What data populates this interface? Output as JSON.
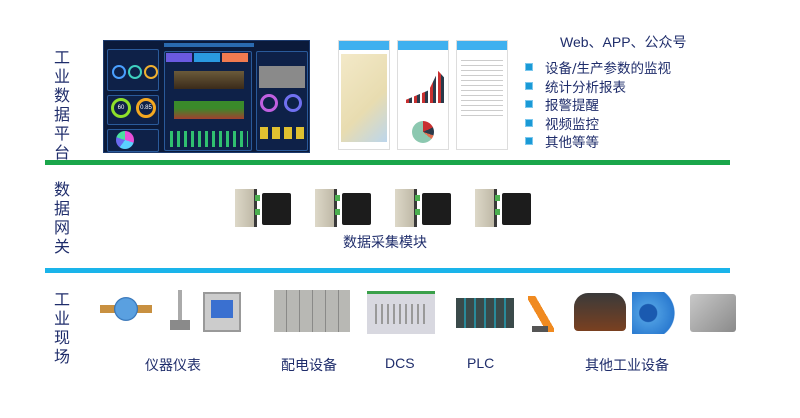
{
  "layers": {
    "platform": "工业数据平台",
    "gateway": "数据网关",
    "field": "工业现场"
  },
  "platform": {
    "channels": "Web、APP、公众号",
    "features": [
      "设备/生产参数的监视",
      "统计分析报表",
      "报警提醒",
      "视频监控",
      "其他等等"
    ],
    "dashboard_gauges": [
      "60",
      "0.85"
    ]
  },
  "gateway": {
    "label": "数据采集模块"
  },
  "field": {
    "groups": [
      "仪器仪表",
      "配电设备",
      "DCS",
      "PLC",
      "其他工业设备"
    ]
  },
  "colors": {
    "green_line": "#1aa64a",
    "blue_line": "#1ab4ea",
    "text": "#1f2d6b",
    "bullet": "#1a9ad6"
  }
}
